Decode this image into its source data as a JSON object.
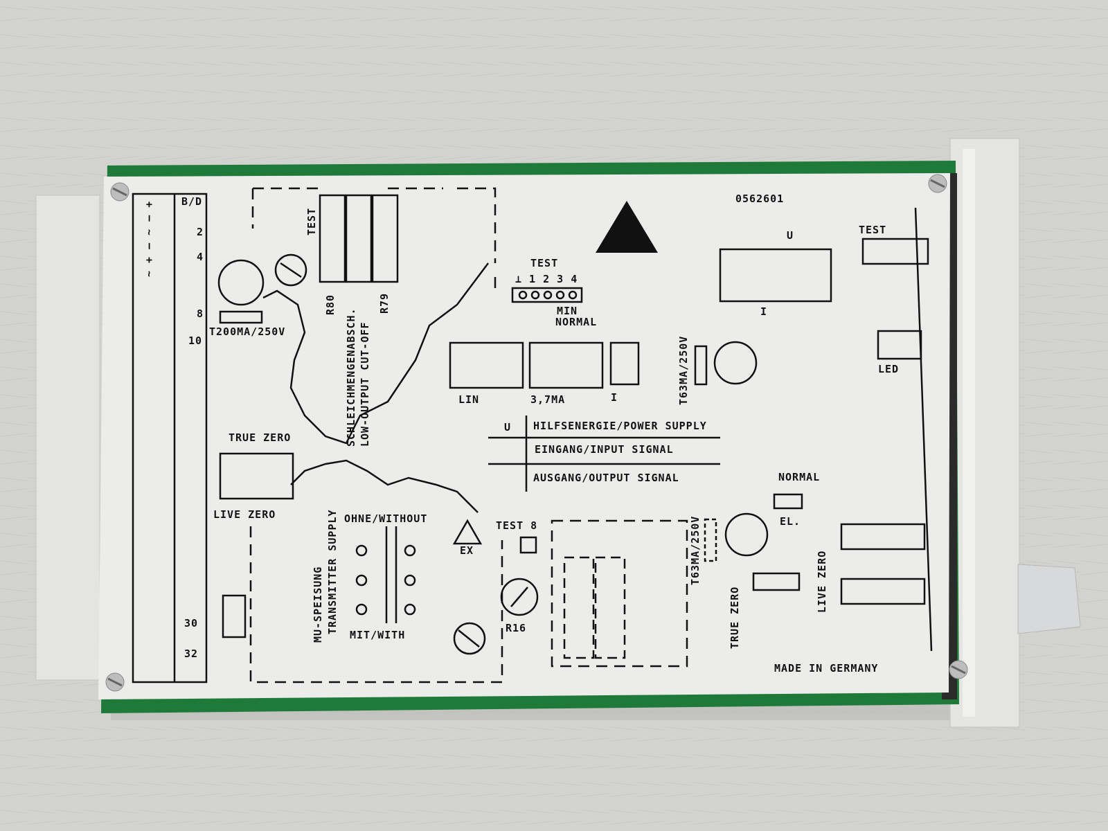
{
  "colors": {
    "background": "#d2d2cf",
    "pcb_green": "#1f7a3a",
    "panel_white": "#ececea",
    "ink": "#111111",
    "connector_grey": "#e4e4e2"
  },
  "panel": {
    "part_number": "0562601",
    "pin_header": "B/D",
    "pins": [
      "2",
      "4",
      "8",
      "10",
      "30",
      "32"
    ],
    "supply_symbol": "~ + – ~ – +",
    "fuse_left": "T200MA/250V",
    "r80": "R80",
    "r79": "R79",
    "cutoff_de": "SCHLEICHMENGENABSCH.",
    "cutoff_en": "LOW-OUTPUT CUT-OFF",
    "test_top_left": "TEST",
    "test_header": "TEST",
    "test_pins": "⊥ 1 2 3 4",
    "min": "MIN",
    "normal": "NORMAL",
    "lin": "LIN",
    "ma37": "3,7MA",
    "i_label": "I",
    "u_label": "U",
    "fuse_right_top": "T63MA/250V",
    "fuse_right_bottom": "T63MA/250V",
    "test_right": "TEST",
    "led": "LED",
    "legend_u": "U",
    "legend_power": "HILFSENERGIE/POWER SUPPLY",
    "legend_input": "EINGANG/INPUT SIGNAL",
    "legend_output": "AUSGANG/OUTPUT SIGNAL",
    "true_zero": "TRUE ZERO",
    "live_zero": "LIVE ZERO",
    "mu_speisung": "MU-SPEISUNG",
    "transmitter_supply": "TRANSMITTER SUPPLY",
    "ohne_without": "OHNE/WITHOUT",
    "mit_with": "MIT/WITH",
    "ex": "EX",
    "test_8": "TEST 8",
    "r16": "R16",
    "normal_el": "NORMAL",
    "el": "EL.",
    "true_zero_right": "TRUE ZERO",
    "live_zero_right": "LIVE ZERO",
    "made_in": "MADE IN GERMANY"
  }
}
